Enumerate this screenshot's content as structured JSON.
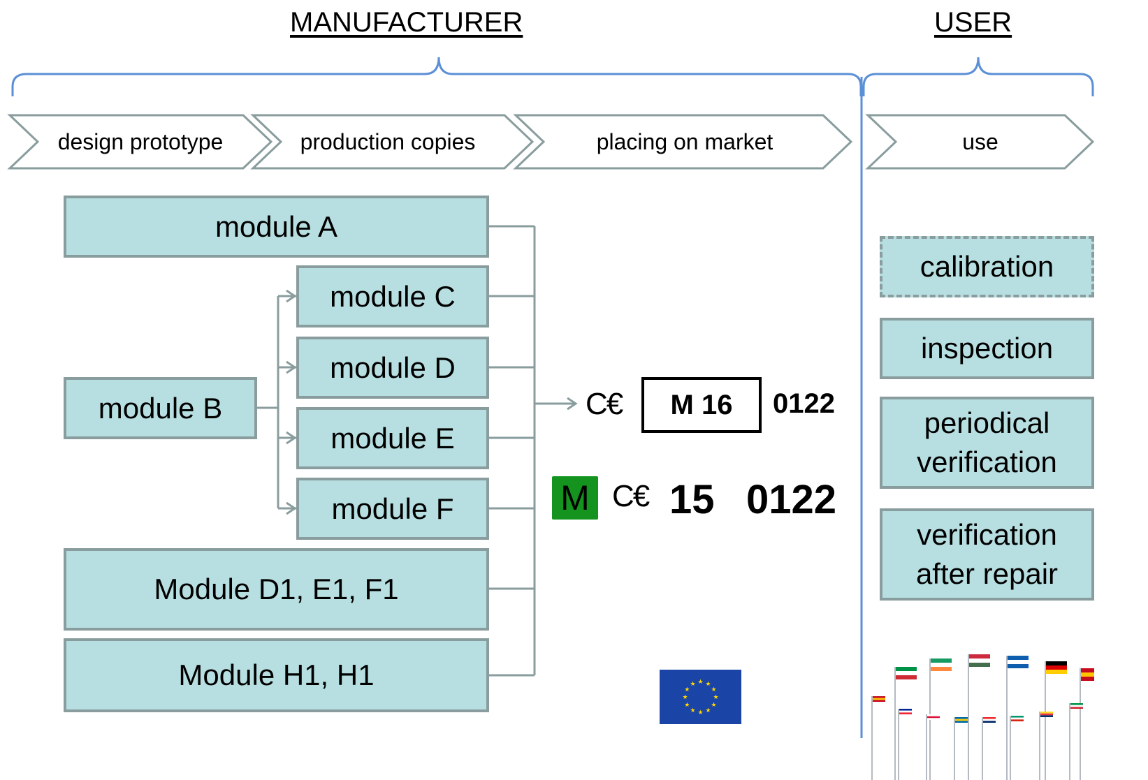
{
  "headings": {
    "manufacturer": "MANUFACTURER",
    "user": "USER"
  },
  "phases": {
    "design": "design prototype",
    "production": "production copies",
    "market": "placing on market",
    "use": "use"
  },
  "modules": {
    "a": "module A",
    "b": "module B",
    "c": "module C",
    "d": "module D",
    "e": "module E",
    "f": "module F",
    "d1e1f1": "Module D1, E1, F1",
    "h1": "Module H1, H1"
  },
  "user_activities": {
    "calibration": "calibration",
    "inspection_l1": "inspection",
    "periodical_l1": "periodical",
    "periodical_l2": "verification",
    "repair_l1": "verification",
    "repair_l2": "after repair"
  },
  "marking_new": {
    "ce": "C€",
    "metrology": "M 16",
    "notified_body": "0122"
  },
  "marking_old": {
    "m": "M",
    "ce": "C€",
    "year": "15",
    "notified_body": "0122"
  },
  "colors": {
    "module_fill": "#b7dfe1",
    "module_border": "#8a9d9e",
    "bracket_blue": "#5b8fd6",
    "green_m": "#14941e",
    "eu_blue": "#1a44a6",
    "eu_star": "#ffd700"
  },
  "icons": {
    "eu_flag": "eu-flag-icon",
    "flags_circle": "flags-circle-icon"
  }
}
